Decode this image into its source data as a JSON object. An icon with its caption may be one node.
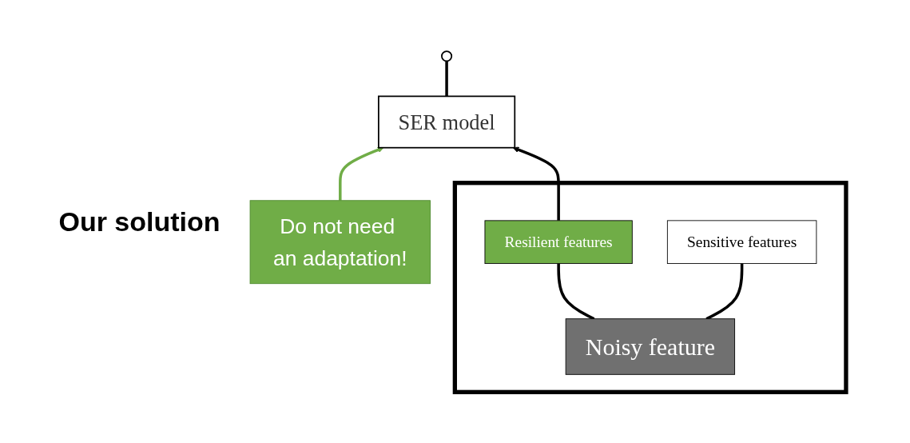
{
  "diagram": {
    "nodes": [
      {
        "text": [],
        "shape": "circle"
      },
      {
        "text": [
          "SER model"
        ]
      },
      {
        "text": [
          "Do not need an adaptation!"
        ]
      },
      {
        "text": [],
        "shape": "box"
      },
      {
        "text": [
          "Resilient features"
        ],
        "in": 3
      },
      {
        "text": [
          "Sensitive features"
        ],
        "in": 3
      },
      {
        "text": [
          "Noisy feature"
        ],
        "in": 3
      }
    ],
    "edges": [
      {
        "from": 1,
        "to": 0,
        "arrow": "none"
      },
      {
        "from": 2,
        "to": 1,
        "arrow": "to",
        "color": "#70ad47"
      },
      {
        "from": 4,
        "to": 1,
        "arrow": "to"
      },
      {
        "from": 6,
        "to": 4,
        "arrow": "none"
      },
      {
        "from": 6,
        "to": 5,
        "arrow": "none"
      }
    ],
    "labels": [
      "Our solution"
    ]
  }
}
